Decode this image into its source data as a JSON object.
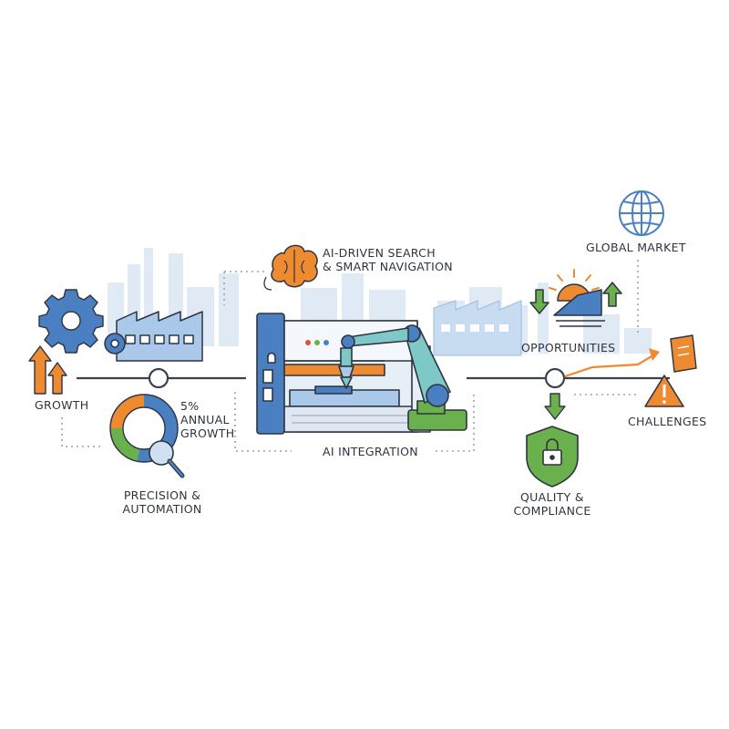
{
  "labels": {
    "growth": "GROWTH",
    "annual_growth": [
      "5%",
      "ANNUAL",
      "GROWTH"
    ],
    "precision": [
      "PRECISION &",
      "AUTOMATION"
    ],
    "ai_search": [
      "AI-DRIVEN SEARCH",
      "& SMART NAVIGATION"
    ],
    "ai_integration": "AI INTEGRATION",
    "global_market": "GLOBAL MARKET",
    "opportunities": "OPPORTUNITIES",
    "quality": [
      "QUALITY &",
      "COMPLIANCE"
    ],
    "challenges": "CHALLENGES"
  },
  "icons": {
    "gear": "gear-icon",
    "factory": "factory-icon",
    "growth_arrows": "growth-arrows-icon",
    "donut": "donut-chart-icon",
    "magnifier": "magnifier-icon",
    "brain": "brain-icon",
    "machine": "cnc-machine-icon",
    "robot_arm": "robot-arm-icon",
    "globe": "globe-icon",
    "sunrise": "sunrise-icon",
    "shield": "shield-lock-icon",
    "warning": "warning-icon",
    "chart_note": "chart-note-icon"
  },
  "colors": {
    "blue": "#4a7fc1",
    "light_blue": "#cfe0f2",
    "orange": "#ee8a2f",
    "green": "#6ab04c",
    "teal": "#7fc8c8",
    "dark": "#2e3440"
  }
}
